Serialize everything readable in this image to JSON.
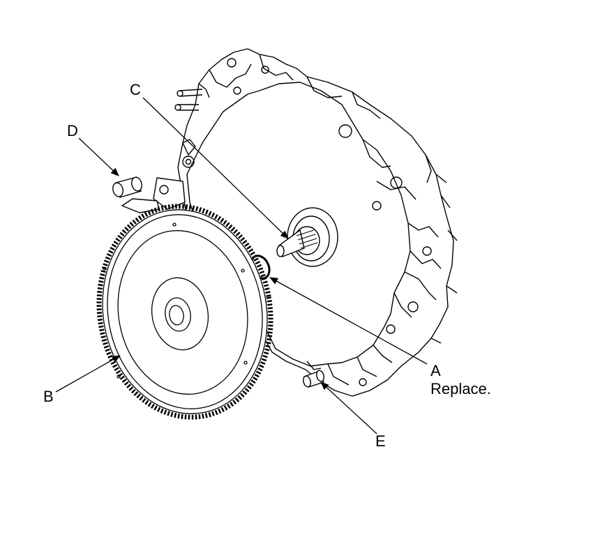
{
  "callouts": {
    "a": {
      "letter": "A",
      "note": "Replace."
    },
    "b": {
      "letter": "B"
    },
    "c": {
      "letter": "C"
    },
    "d": {
      "letter": "D"
    },
    "e": {
      "letter": "E"
    }
  },
  "colors": {
    "line": "#000000",
    "background": "#ffffff"
  }
}
